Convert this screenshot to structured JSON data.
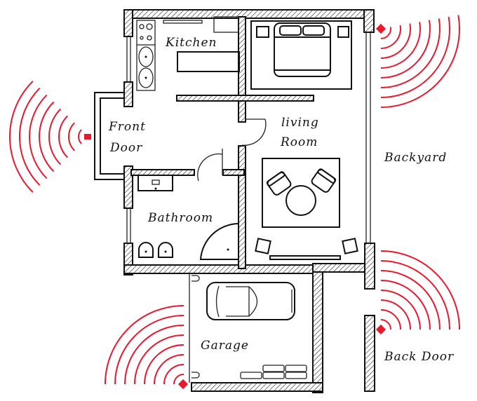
{
  "title": "Home floor plan with door sensors",
  "rooms": {
    "kitchen": "Kitchen",
    "front_door": [
      "Front",
      "Door"
    ],
    "living_room": [
      "living",
      "Room"
    ],
    "bathroom": "Bathroom",
    "garage": "Garage",
    "backyard": "Backyard",
    "back_door": "Back Door"
  },
  "sensors": [
    {
      "id": "front-door-sensor",
      "location": "Front Door"
    },
    {
      "id": "bedroom-corner-sensor",
      "location": "Bedroom / Backyard corner"
    },
    {
      "id": "back-door-sensor",
      "location": "Back Door"
    },
    {
      "id": "garage-sensor",
      "location": "Garage"
    }
  ],
  "colors": {
    "sensor": "#e8192c",
    "wall": "#111111"
  }
}
